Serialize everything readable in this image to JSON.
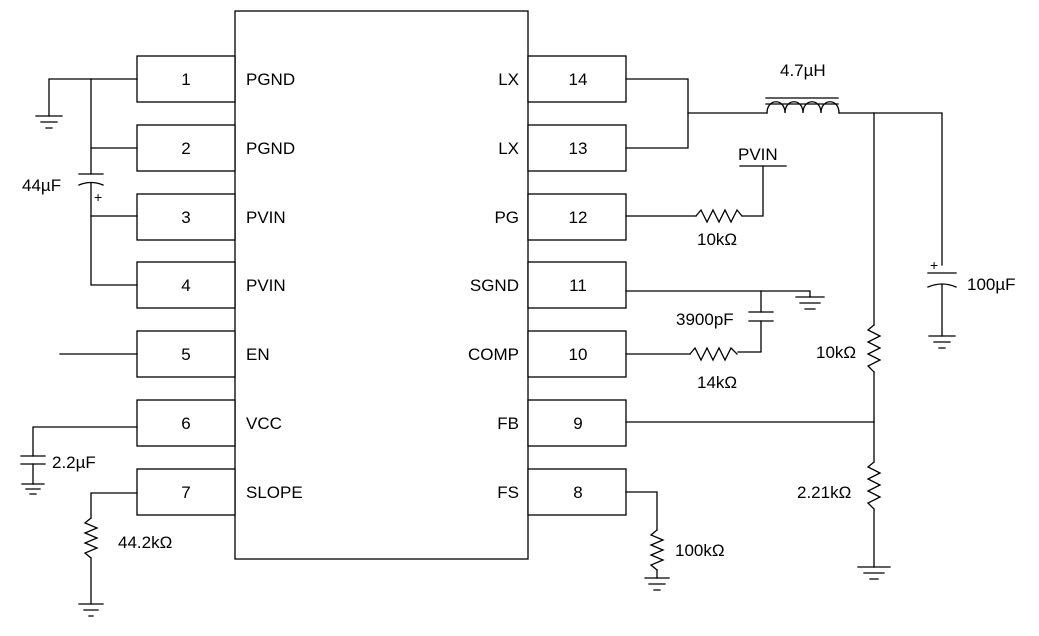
{
  "ic": {
    "left_pins": [
      {
        "number": "1",
        "name": "PGND"
      },
      {
        "number": "2",
        "name": "PGND"
      },
      {
        "number": "3",
        "name": "PVIN"
      },
      {
        "number": "4",
        "name": "PVIN"
      },
      {
        "number": "5",
        "name": "EN"
      },
      {
        "number": "6",
        "name": "VCC"
      },
      {
        "number": "7",
        "name": "SLOPE"
      }
    ],
    "right_pins": [
      {
        "number": "14",
        "name": "LX"
      },
      {
        "number": "13",
        "name": "LX"
      },
      {
        "number": "12",
        "name": "PG"
      },
      {
        "number": "11",
        "name": "SGND"
      },
      {
        "number": "10",
        "name": "COMP"
      },
      {
        "number": "9",
        "name": "FB"
      },
      {
        "number": "8",
        "name": "FS"
      }
    ]
  },
  "components": {
    "input_cap": "44µF",
    "input_cap_polarity": "+",
    "vcc_cap": "2.2µF",
    "slope_res": "44.2kΩ",
    "inductor": "4.7µH",
    "pg_supply": "PVIN",
    "pg_res": "10kΩ",
    "comp_cap": "3900pF",
    "comp_res": "14kΩ",
    "fs_res": "100kΩ",
    "output_cap": "100µF",
    "output_cap_polarity": "+",
    "fb_top_res": "10kΩ",
    "fb_bottom_res": "2.21kΩ"
  }
}
